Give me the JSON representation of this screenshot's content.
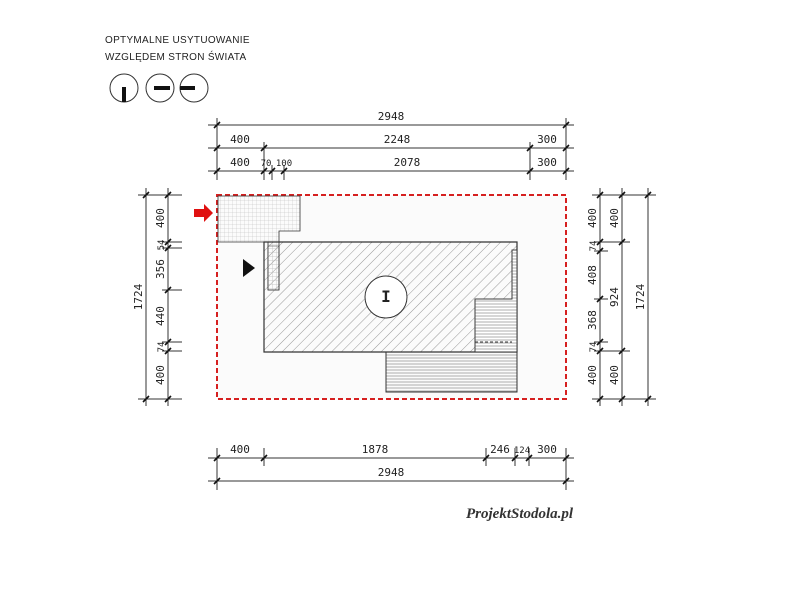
{
  "title": {
    "line1": "OPTYMALNE USYTUOWANIE",
    "line2": "WZGLĘDEM STRON ŚWIATA"
  },
  "orientation_icons": [
    "compass-south-icon",
    "compass-east-icon",
    "compass-west-icon"
  ],
  "building_label": "I",
  "logo": "ProjektStodola.pl",
  "colors": {
    "plot_border": "#d62020",
    "entry_arrow": "#e01010",
    "lines": "#333333"
  },
  "dimensions": {
    "top": {
      "total": "2948",
      "row2": [
        "400",
        "2248",
        "300"
      ],
      "row3": [
        "400",
        "70",
        "100",
        "2078",
        "300"
      ]
    },
    "left": {
      "total": "1724",
      "segments": [
        "400",
        "54",
        "356",
        "440",
        "74",
        "400"
      ]
    },
    "right": {
      "segments": [
        "400",
        "74",
        "408",
        "368",
        "74",
        "400"
      ],
      "middle": [
        "400",
        "924",
        "400"
      ],
      "total": "1724"
    },
    "bottom": {
      "segments": [
        "400",
        "1878",
        "246",
        "124",
        "300"
      ],
      "total": "2948"
    }
  }
}
